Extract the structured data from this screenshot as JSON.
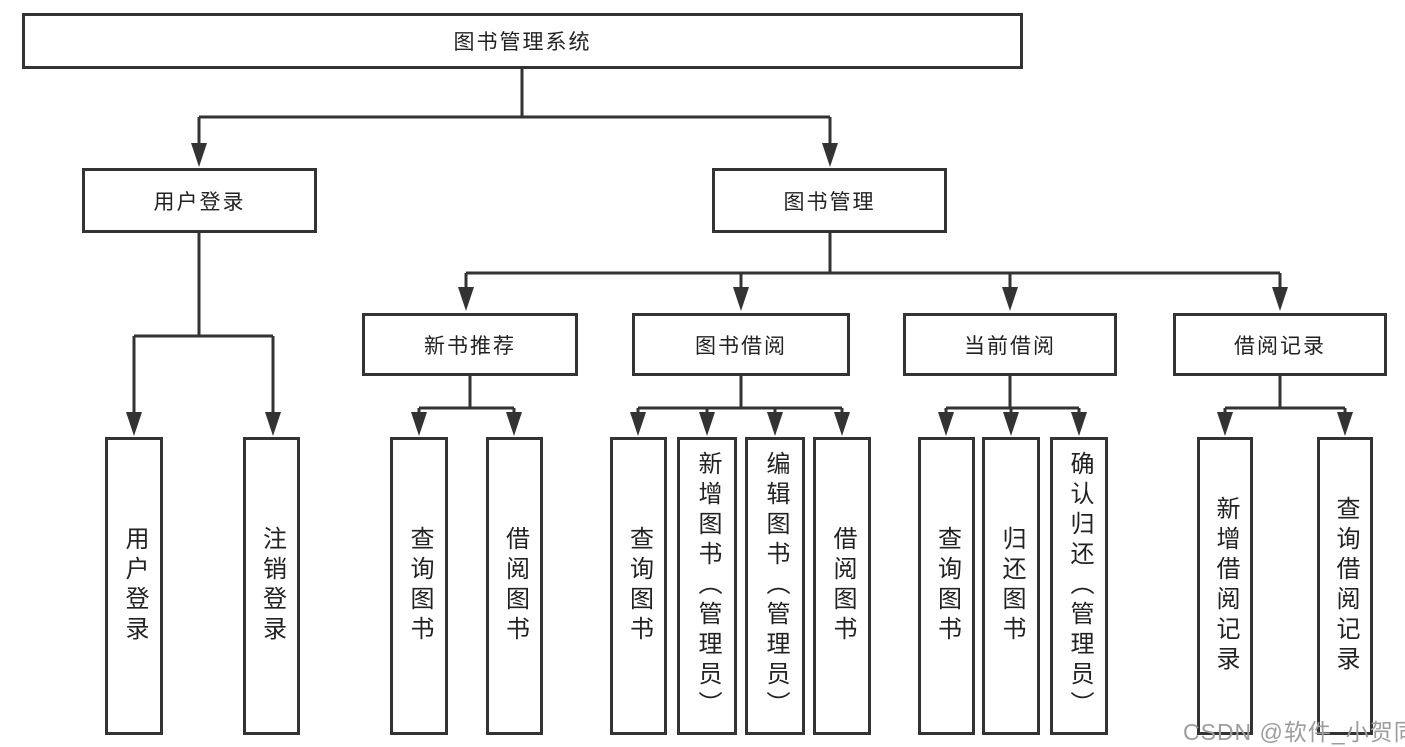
{
  "diagram": {
    "title": "图书管理系统",
    "type": "tree",
    "structure": {
      "id": "root",
      "children": [
        {
          "id": "userLogin",
          "children": [
            {
              "id": "loginLeaf"
            },
            {
              "id": "logoutLeaf"
            }
          ]
        },
        {
          "id": "bookMgmt",
          "children": [
            {
              "id": "newBookRec",
              "children": [
                {
                  "id": "recQuery"
                },
                {
                  "id": "recBorrow"
                }
              ]
            },
            {
              "id": "bookBorrow",
              "children": [
                {
                  "id": "bbQuery"
                },
                {
                  "id": "bbAdd"
                },
                {
                  "id": "bbEdit"
                },
                {
                  "id": "bbBorrow"
                }
              ]
            },
            {
              "id": "currentBorrow",
              "children": [
                {
                  "id": "cbQuery"
                },
                {
                  "id": "cbReturn"
                },
                {
                  "id": "cbConfirm"
                }
              ]
            },
            {
              "id": "borrowRecord",
              "children": [
                {
                  "id": "brAdd"
                },
                {
                  "id": "brQuery"
                }
              ]
            }
          ]
        }
      ]
    }
  },
  "nodes": {
    "root": {
      "label": "图书管理系统"
    },
    "userLogin": {
      "label": "用户登录"
    },
    "bookMgmt": {
      "label": "图书管理"
    },
    "newBookRec": {
      "label": "新书推荐"
    },
    "bookBorrow": {
      "label": "图书借阅"
    },
    "currentBorrow": {
      "label": "当前借阅"
    },
    "borrowRecord": {
      "label": "借阅记录"
    },
    "loginLeaf": {
      "label": "用户登录"
    },
    "logoutLeaf": {
      "label": "注销登录"
    },
    "recQuery": {
      "label": "查询图书"
    },
    "recBorrow": {
      "label": "借阅图书"
    },
    "bbQuery": {
      "label": "查询图书"
    },
    "bbAdd": {
      "label": "新增图书（管理员）"
    },
    "bbEdit": {
      "label": "编辑图书（管理员）"
    },
    "bbBorrow": {
      "label": "借阅图书"
    },
    "cbQuery": {
      "label": "查询图书"
    },
    "cbReturn": {
      "label": "归还图书"
    },
    "cbConfirm": {
      "label": "确认归还（管理员）"
    },
    "brAdd": {
      "label": "新增借阅记录"
    },
    "brQuery": {
      "label": "查询借阅记录"
    }
  },
  "colors": {
    "line": "#333333",
    "box_border": "#333333",
    "text": "#222222",
    "watermark": "#9d9d9d",
    "background": "#ffffff"
  },
  "watermark": {
    "text": "CSDN @软件_小贺同学"
  }
}
